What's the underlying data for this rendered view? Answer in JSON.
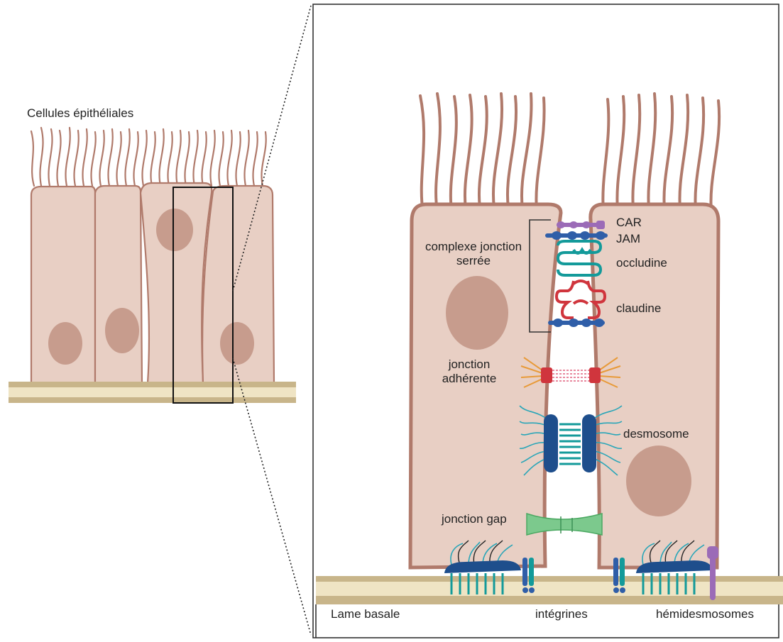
{
  "overview": {
    "title": "Cellules épithéliales"
  },
  "zoom": {
    "labels": {
      "car": "CAR",
      "jam": "JAM",
      "occludine": "occludine",
      "claudine": "claudine",
      "tight_junction_complex": "complexe jonction serrée",
      "adherens_junction": "jonction adhérente",
      "desmosome": "desmosome",
      "gap_junction": "jonction gap",
      "basal_lamina": "Lame basale",
      "integrins": "intégrines",
      "hemidesmosomes": "hémidesmosomes"
    }
  },
  "colors": {
    "cell_fill": "#e8cfc4",
    "cell_border": "#b07a6b",
    "nucleus": "#c79c8d",
    "lamina_outer": "#c8b58a",
    "lamina_inner": "#efe4c4",
    "claudin": "#d0353d",
    "occludin": "#139a9a",
    "jam": "#2f5ea8",
    "car": "#9b6bb7",
    "desmosome": "#1e4e8c",
    "gap_junction": "#7cc98d"
  }
}
